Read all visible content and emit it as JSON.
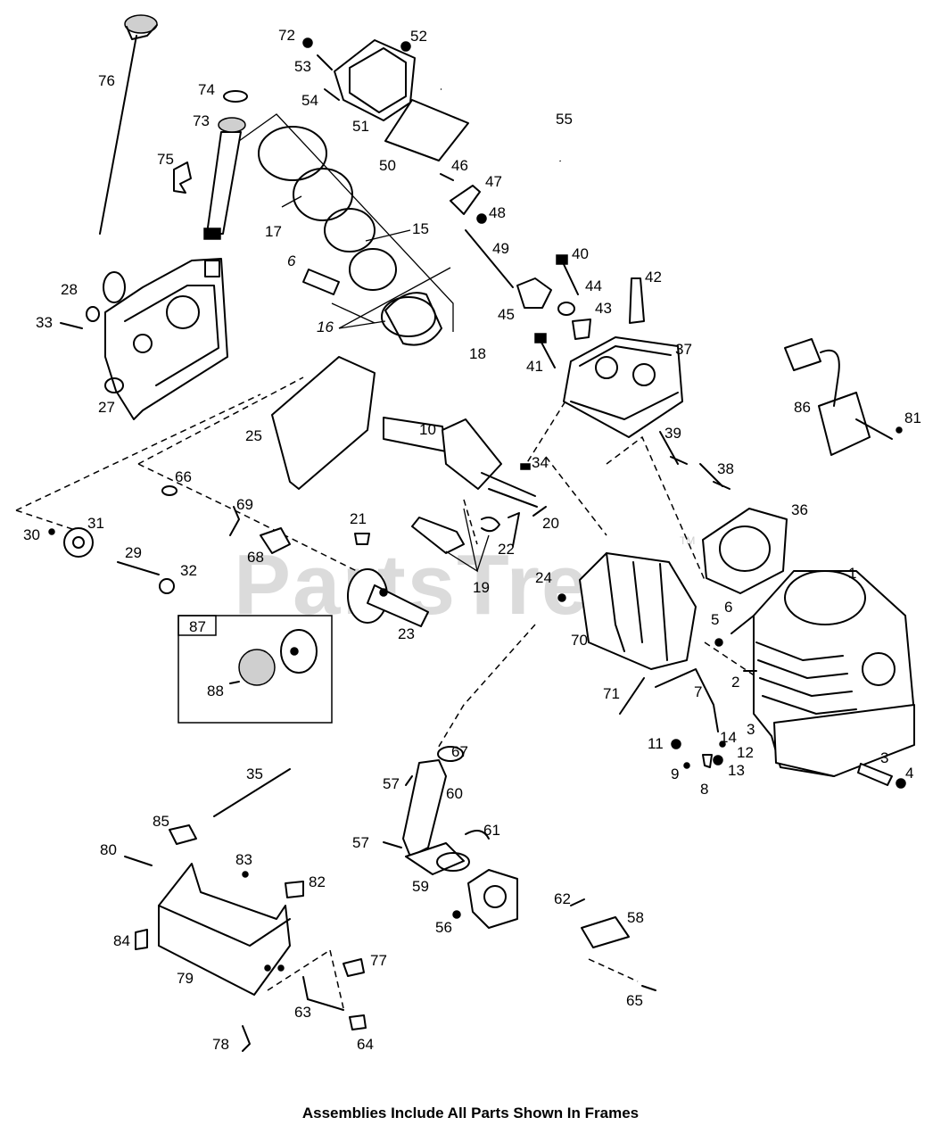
{
  "watermark": {
    "brand": "PartsTree",
    "trademark": "TM"
  },
  "footer_note": "Assemblies Include All Parts Shown In Frames",
  "frame_label": "87",
  "part_numbers": [
    "1",
    "2",
    "3",
    "3",
    "4",
    "5",
    "6",
    "6",
    "7",
    "8",
    "9",
    "10",
    "11",
    "12",
    "13",
    "14",
    "15",
    "16",
    "17",
    "18",
    "19",
    "20",
    "21",
    "22",
    "23",
    "24",
    "25",
    "27",
    "28",
    "29",
    "30",
    "31",
    "32",
    "33",
    "34",
    "35",
    "36",
    "37",
    "38",
    "39",
    "40",
    "41",
    "42",
    "43",
    "44",
    "45",
    "46",
    "47",
    "48",
    "49",
    "50",
    "51",
    "52",
    "53",
    "54",
    "55",
    "56",
    "57",
    "57",
    "58",
    "59",
    "60",
    "61",
    "62",
    "63",
    "64",
    "65",
    "66",
    "67",
    "68",
    "69",
    "70",
    "71",
    "72",
    "73",
    "74",
    "75",
    "76",
    "77",
    "78",
    "79",
    "80",
    "81",
    "82",
    "83",
    "84",
    "85",
    "86",
    "88"
  ]
}
